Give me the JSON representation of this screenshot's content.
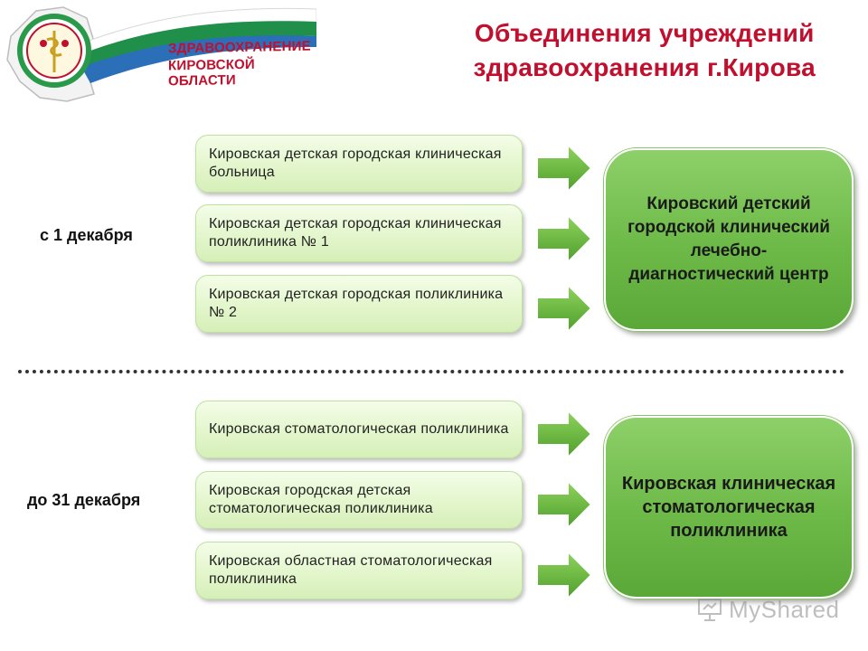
{
  "header": {
    "logo_line1": "ЗДРАВООХРАНЕНИЕ",
    "logo_line2": "КИРОВСКОЙ ОБЛАСТИ",
    "title_line1": "Объединения учреждений",
    "title_line2": "здравоохранения г.Кирова"
  },
  "group1": {
    "label": "с 1 декабря",
    "sources": [
      "Кировская детская городская клиническая больница",
      "Кировская детская городская клиническая поликлиника № 1",
      "Кировская детская городская поликлиника № 2"
    ],
    "target": "Кировский детский городской клинический лечебно-диагностический центр"
  },
  "group2": {
    "label": "до 31 декабря",
    "sources": [
      "Кировская стоматологическая поликлиника",
      "Кировская городская детская стоматологическая поликлиника",
      "Кировская областная стоматологическая поликлиника"
    ],
    "target": "Кировская клиническая стоматологическая поликлиника"
  },
  "watermark": {
    "text": "MyShared"
  },
  "colors": {
    "title": "#c0102e",
    "box_fill": "#e3f6cc",
    "target_fill": "#6fbb4a",
    "arrow_fill": "#6cbb3c"
  }
}
